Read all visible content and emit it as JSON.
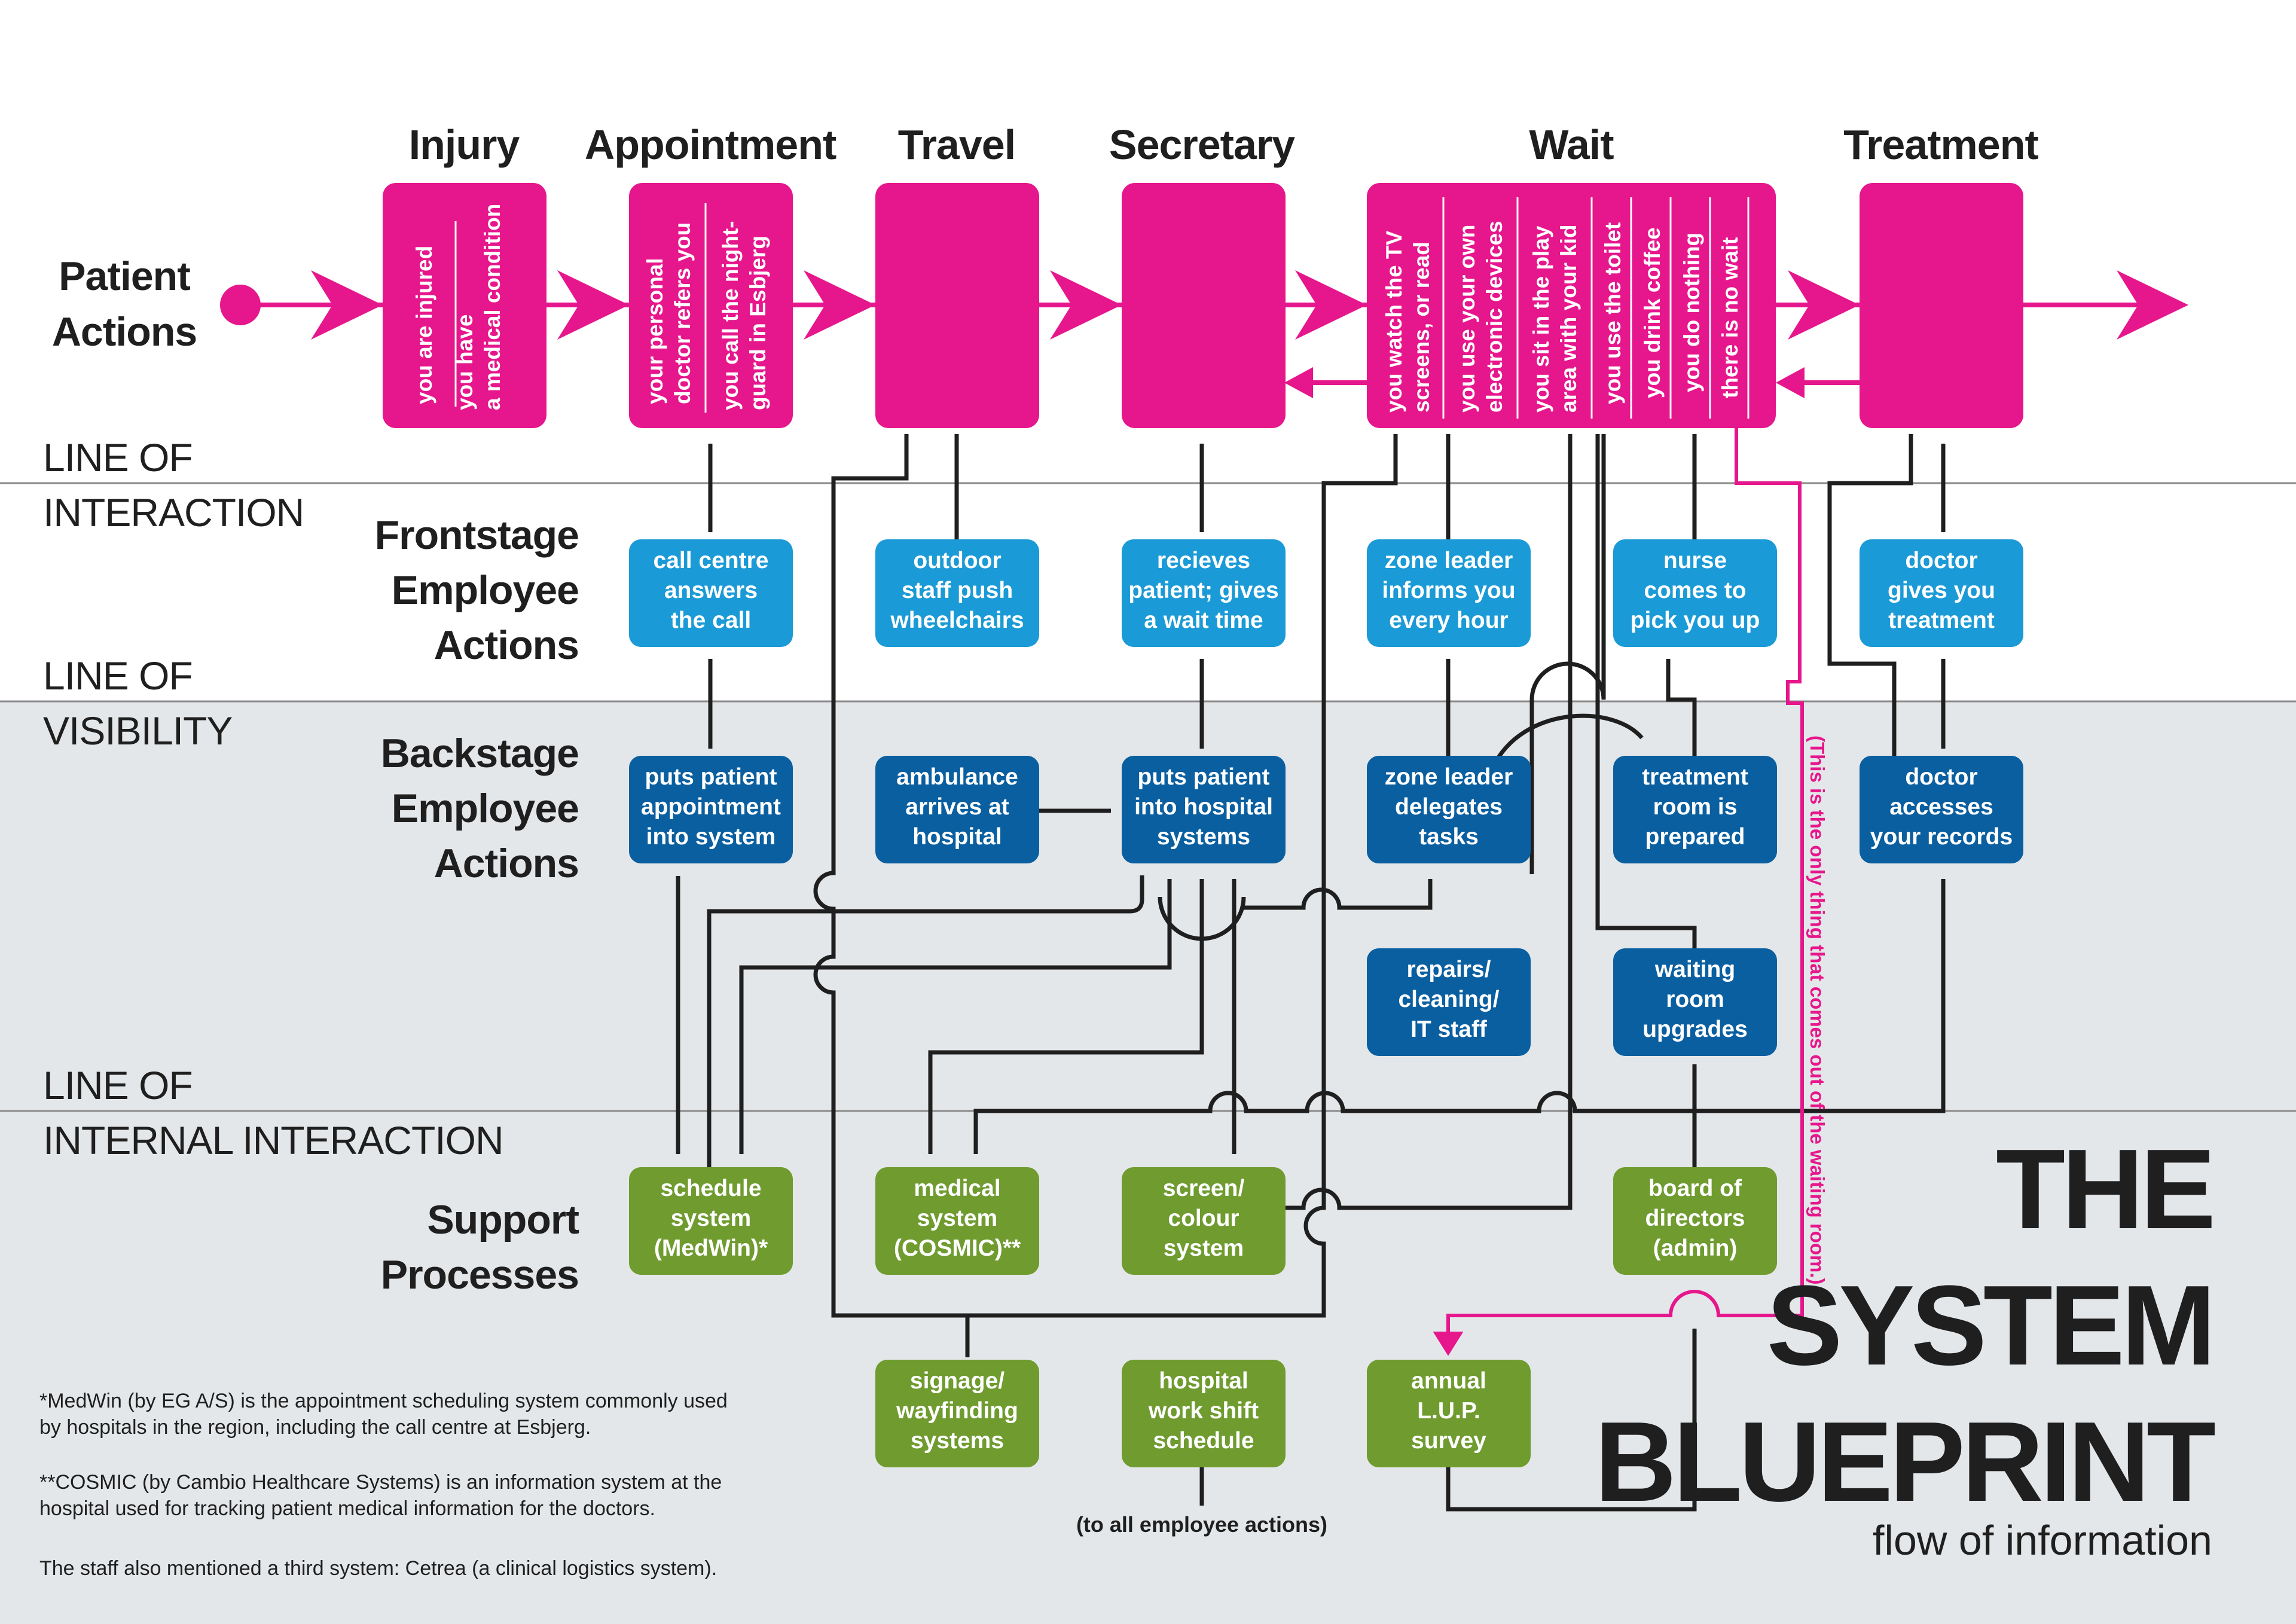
{
  "stages": [
    {
      "id": "injury",
      "label": "Injury"
    },
    {
      "id": "appointment",
      "label": "Appointment"
    },
    {
      "id": "travel",
      "label": "Travel"
    },
    {
      "id": "secretary",
      "label": "Secretary"
    },
    {
      "id": "wait",
      "label": "Wait"
    },
    {
      "id": "treatment",
      "label": "Treatment"
    }
  ],
  "lanes": {
    "patient": [
      "Patient",
      "Actions"
    ],
    "frontstage": [
      "Frontstage",
      "Employee",
      "Actions"
    ],
    "backstage": [
      "Backstage",
      "Employee",
      "Actions"
    ],
    "support": [
      "Support",
      "Processes"
    ]
  },
  "lines": {
    "interaction": [
      "LINE OF",
      "INTERACTION"
    ],
    "visibility": [
      "LINE OF",
      "VISIBILITY"
    ],
    "internal": [
      "LINE OF",
      "INTERNAL INTERACTION"
    ]
  },
  "patient_boxes": {
    "injury": [
      "you are injured",
      "you have a medical condition"
    ],
    "appointment": [
      "your personal doctor refers you",
      "you call the night-guard in Esbjerg"
    ],
    "wait": [
      "you watch the TV screens, or read",
      "you use your own electronic devices",
      "you sit in the play area with your kid",
      "you use the toilet",
      "you drink coffee",
      "you do nothing",
      "there is no wait"
    ]
  },
  "frontstage": {
    "call_centre": [
      "call centre",
      "answers",
      "the call"
    ],
    "outdoor_staff": [
      "outdoor",
      "staff push",
      "wheelchairs"
    ],
    "receives_patient": [
      "recieves",
      "patient; gives",
      "a wait time"
    ],
    "zone_leader_informs": [
      "zone leader",
      "informs you",
      "every hour"
    ],
    "nurse": [
      "nurse",
      "comes to",
      "pick you up"
    ],
    "doctor_treatment": [
      "doctor",
      "gives you",
      "treatment"
    ]
  },
  "backstage": {
    "puts_appointment": [
      "puts patient",
      "appointment",
      "into system"
    ],
    "ambulance": [
      "ambulance",
      "arrives at",
      "hospital"
    ],
    "puts_hospital": [
      "puts patient",
      "into hospital",
      "systems"
    ],
    "zone_leader_delegates": [
      "zone leader",
      "delegates",
      "tasks"
    ],
    "treatment_room": [
      "treatment",
      "room is",
      "prepared"
    ],
    "doctor_records": [
      "doctor",
      "accesses",
      "your records"
    ],
    "repairs": [
      "repairs/",
      "cleaning/",
      "IT staff"
    ],
    "waiting_room": [
      "waiting",
      "room",
      "upgrades"
    ]
  },
  "support": {
    "schedule_system": [
      "schedule",
      "system",
      "(MedWin)*"
    ],
    "medical_system": [
      "medical",
      "system",
      "(COSMIC)**"
    ],
    "screen_colour": [
      "screen/",
      "colour",
      "system"
    ],
    "board": [
      "board of",
      "directors",
      "(admin)"
    ],
    "signage": [
      "signage/",
      "wayfinding",
      "systems"
    ],
    "work_shift": [
      "hospital",
      "work shift",
      "schedule"
    ],
    "lup_survey": [
      "annual",
      "L.U.P.",
      "survey"
    ]
  },
  "to_all_employee_actions": "(to all employee actions)",
  "side_note": "(This is the only thing that comes out of the waiting room.)",
  "footnotes": [
    [
      "*MedWin (by EG A/S) is the appointment scheduling system commonly used",
      "by hospitals in the region, including the call centre at Esbjerg."
    ],
    [
      "**COSMIC (by Cambio Healthcare Systems) is an information system at the",
      "hospital used for tracking patient medical information for the doctors."
    ],
    [
      "The staff also mentioned a third system: Cetrea (a clinical logistics system)."
    ]
  ],
  "title": [
    "THE",
    "SYSTEM",
    "BLUEPRINT"
  ],
  "subtitle": "flow of information",
  "colors": {
    "magenta": "#e6168c",
    "light_blue": "#1a9ad6",
    "dark_blue": "#0a5fa0",
    "green": "#6f9b2f",
    "lane_grey": "#e4e7e9",
    "line": "#1f1f1f"
  }
}
